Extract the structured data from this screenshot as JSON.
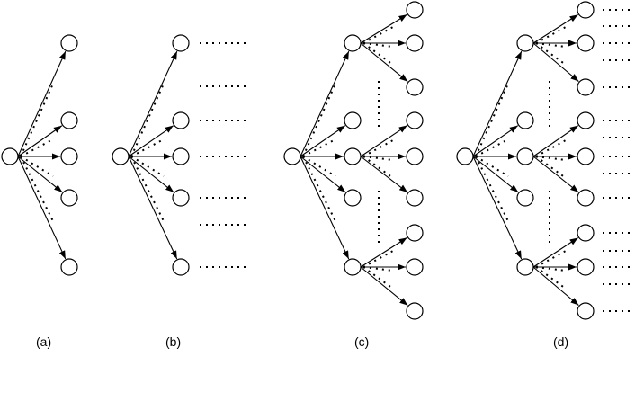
{
  "panels": [
    {
      "caption": "(a)"
    },
    {
      "caption": "(b)"
    },
    {
      "caption": "(c)"
    },
    {
      "caption": "(d)"
    }
  ],
  "colors": {
    "stroke": "#000000",
    "node_fill": "#ffffff",
    "background": "#ffffff"
  }
}
